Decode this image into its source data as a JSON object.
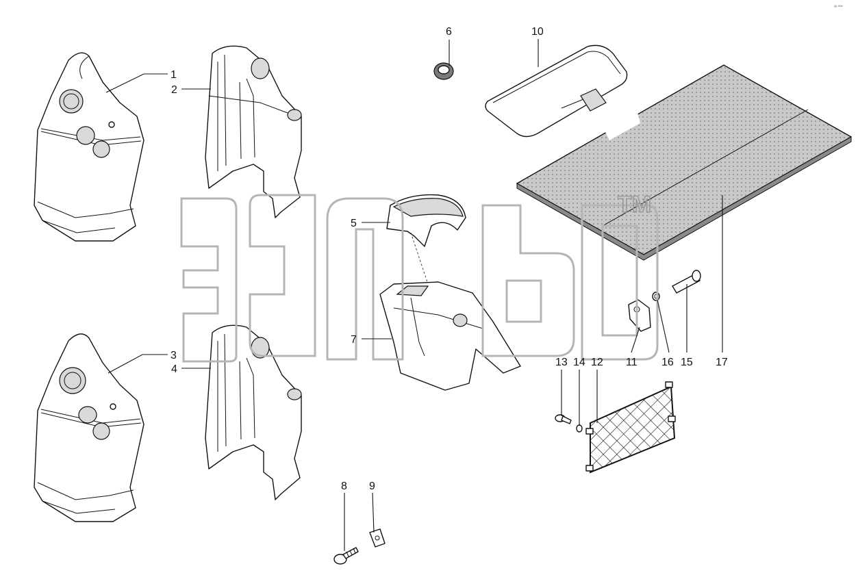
{
  "diagram": {
    "callouts": [
      "1",
      "2",
      "3",
      "4",
      "5",
      "6",
      "7",
      "8",
      "9",
      "10",
      "11",
      "12",
      "13",
      "14",
      "15",
      "16",
      "17"
    ],
    "watermark_mark": "TM",
    "corner_text": "ᵃᵇ ººº"
  },
  "colors": {
    "ink": "#111111",
    "mat": "#c8c8c8",
    "watermark": "#b5b5b5"
  }
}
